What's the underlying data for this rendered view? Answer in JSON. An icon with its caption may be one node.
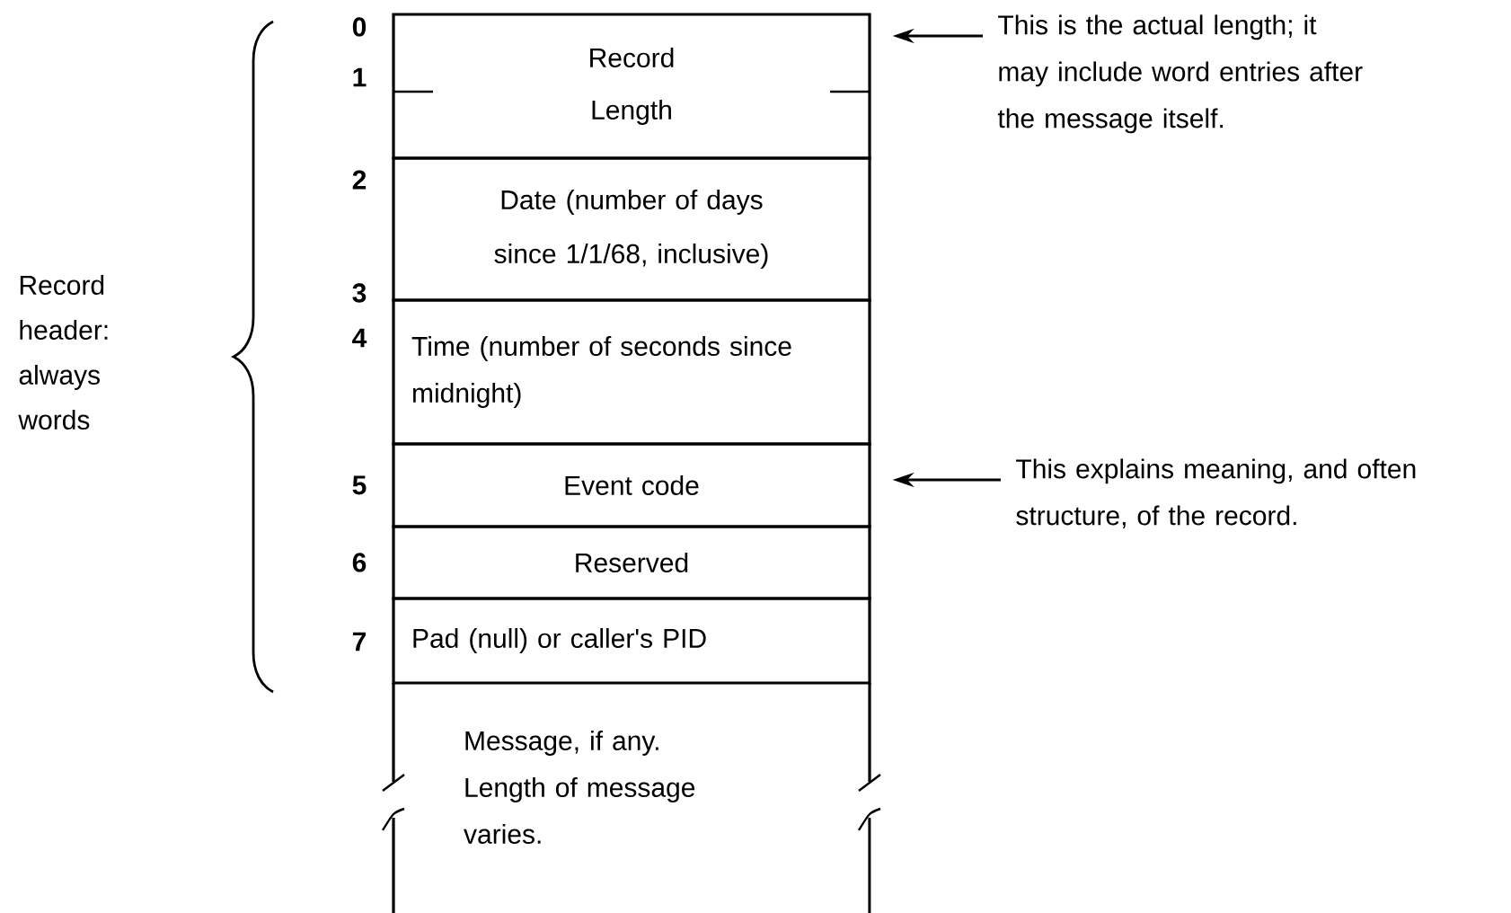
{
  "diagram": {
    "nodes": [
      {
        "text": [
          "Record Length"
        ]
      },
      {
        "text": [
          "Date (number of days since 1/1/68, inclusive)"
        ]
      },
      {
        "text": [
          "Time (number of seconds since midnight)"
        ]
      },
      {
        "text": [
          "Event code"
        ]
      },
      {
        "text": [
          "Reserved"
        ]
      },
      {
        "text": [
          "Pad (null) or caller's PID"
        ]
      },
      {
        "text": [
          "Message, if any. Length of message varies."
        ]
      },
      {
        "text": [
          "This is the actual length; it may include word entries after the message itself."
        ]
      },
      {
        "text": [
          "This explains meaning, and often structure, of the record."
        ]
      }
    ],
    "edges": [
      {
        "from": 7,
        "to": 0,
        "arrow": "to"
      },
      {
        "from": 8,
        "to": 3,
        "arrow": "to"
      }
    ],
    "labels": [
      "0",
      "1",
      "2",
      "Record header: always words",
      "3",
      "4",
      "5",
      "6",
      "7"
    ]
  }
}
